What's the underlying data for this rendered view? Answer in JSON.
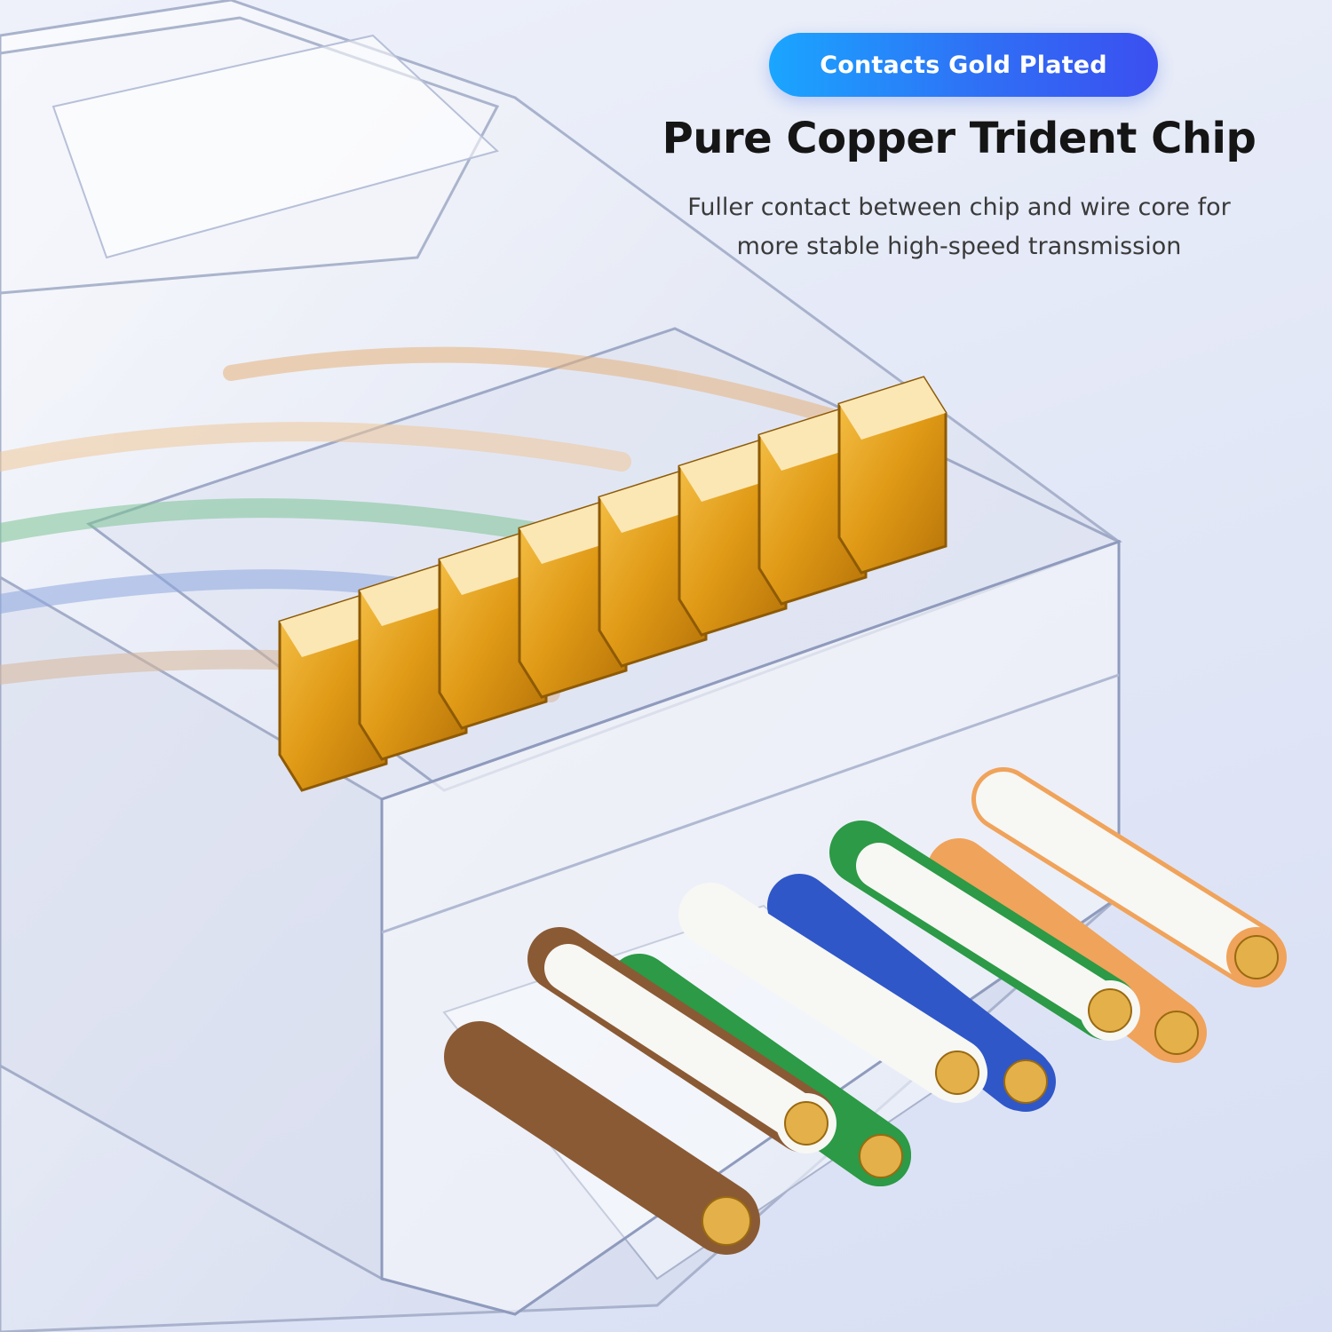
{
  "badge": {
    "label": "Contacts Gold Plated"
  },
  "headline": "Pure Copper Trident Chip",
  "subtitle": {
    "line1": "Fuller contact between chip and wire core for",
    "line2": "more stable high-speed transmission"
  },
  "colors": {
    "badge_start": "#1aa6ff",
    "badge_end": "#3b4ff0",
    "gold": "#e6a21c",
    "wire_brown": "#8a5a34",
    "wire_green": "#2c9a46",
    "wire_blue": "#2f57c8",
    "wire_orange": "#f0a35a",
    "wire_white": "#f7f7f4"
  },
  "wires": [
    "brown",
    "white-brown",
    "green",
    "white-blue",
    "blue",
    "white-green",
    "orange",
    "white-orange"
  ],
  "contact_count": 8
}
